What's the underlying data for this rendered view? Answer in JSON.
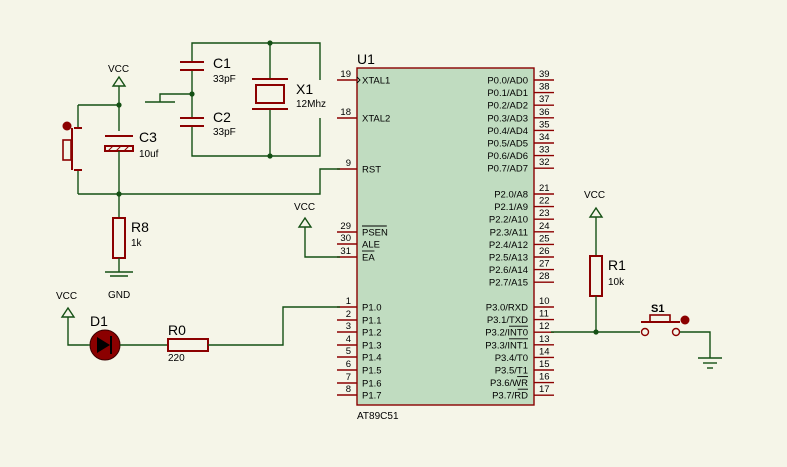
{
  "chip": {
    "ref": "U1",
    "part": "AT89C51",
    "left_pins": [
      {
        "num": "19",
        "name": "XTAL1"
      },
      {
        "num": "18",
        "name": "XTAL2"
      },
      {
        "num": "9",
        "name": "RST"
      },
      {
        "num": "29",
        "name": "PSEN"
      },
      {
        "num": "30",
        "name": "ALE"
      },
      {
        "num": "31",
        "name": "EA"
      },
      {
        "num": "1",
        "name": "P1.0"
      },
      {
        "num": "2",
        "name": "P1.1"
      },
      {
        "num": "3",
        "name": "P1.2"
      },
      {
        "num": "4",
        "name": "P1.3"
      },
      {
        "num": "5",
        "name": "P1.4"
      },
      {
        "num": "6",
        "name": "P1.5"
      },
      {
        "num": "7",
        "name": "P1.6"
      },
      {
        "num": "8",
        "name": "P1.7"
      }
    ],
    "right_pins": [
      {
        "num": "39",
        "name": "P0.0/AD0"
      },
      {
        "num": "38",
        "name": "P0.1/AD1"
      },
      {
        "num": "37",
        "name": "P0.2/AD2"
      },
      {
        "num": "36",
        "name": "P0.3/AD3"
      },
      {
        "num": "35",
        "name": "P0.4/AD4"
      },
      {
        "num": "34",
        "name": "P0.5/AD5"
      },
      {
        "num": "33",
        "name": "P0.6/AD6"
      },
      {
        "num": "32",
        "name": "P0.7/AD7"
      },
      {
        "num": "21",
        "name": "P2.0/A8"
      },
      {
        "num": "22",
        "name": "P2.1/A9"
      },
      {
        "num": "23",
        "name": "P2.2/A10"
      },
      {
        "num": "24",
        "name": "P2.3/A11"
      },
      {
        "num": "25",
        "name": "P2.4/A12"
      },
      {
        "num": "26",
        "name": "P2.5/A13"
      },
      {
        "num": "27",
        "name": "P2.6/A14"
      },
      {
        "num": "28",
        "name": "P2.7/A15"
      },
      {
        "num": "10",
        "name": "P3.0/RXD"
      },
      {
        "num": "11",
        "name": "P3.1/TXD"
      },
      {
        "num": "12",
        "name": "P3.2/INT0"
      },
      {
        "num": "13",
        "name": "P3.3/INT1"
      },
      {
        "num": "14",
        "name": "P3.4/T0"
      },
      {
        "num": "15",
        "name": "P3.5/T1"
      },
      {
        "num": "16",
        "name": "P3.6/WR"
      },
      {
        "num": "17",
        "name": "P3.7/RD"
      }
    ]
  },
  "components": {
    "c1": {
      "ref": "C1",
      "value": "33pF"
    },
    "c2": {
      "ref": "C2",
      "value": "33pF"
    },
    "x1": {
      "ref": "X1",
      "value": "12Mhz"
    },
    "c3": {
      "ref": "C3",
      "value": "10uf"
    },
    "r8": {
      "ref": "R8",
      "value": "1k"
    },
    "r0": {
      "ref": "R0",
      "value": "220"
    },
    "r1": {
      "ref": "R1",
      "value": "10k"
    },
    "d1": {
      "ref": "D1"
    },
    "s1": {
      "ref": "S1"
    }
  },
  "power": {
    "vcc": "VCC",
    "gnd": "GND"
  },
  "colors": {
    "background": "#f5f5e8",
    "chip_fill": "#c0dcc0",
    "wire": "#145014",
    "component": "#8b0000",
    "led_fill": "#8b0000"
  }
}
